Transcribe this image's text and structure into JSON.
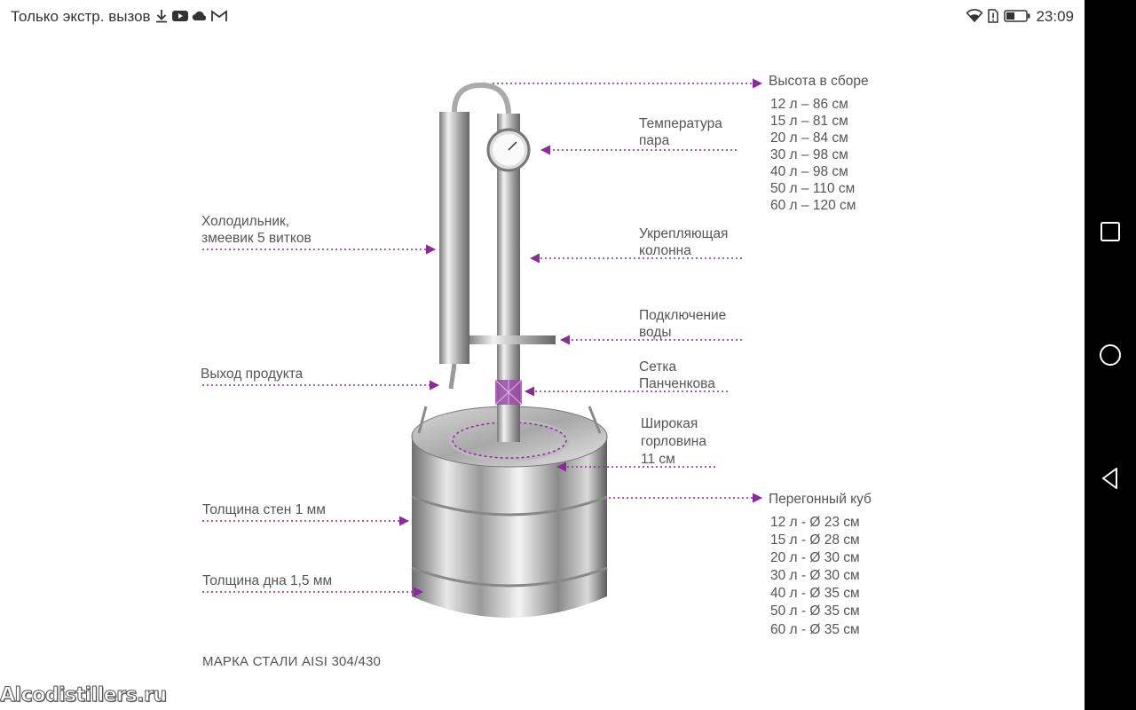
{
  "status_bar": {
    "carrier_text": "Только экстр. вызов",
    "left_icons": [
      "download-icon",
      "youtube-icon",
      "cloud-icon",
      "gmail-icon"
    ],
    "right_icons": [
      "wifi-icon",
      "alert-sim-icon",
      "battery-icon"
    ],
    "time": "23:09"
  },
  "diagram": {
    "labels": {
      "height_assembled": "Высота в сборе",
      "steam_temp_line1": "Температура",
      "steam_temp_line2": "пара",
      "cooler_line1": "Холодильник,",
      "cooler_line2": "змеевик 5 витков",
      "column_line1": "Укрепляющая",
      "column_line2": "колонна",
      "water_line1": "Подключение",
      "water_line2": "воды",
      "output": "Выход продукта",
      "mesh_line1": "Сетка",
      "mesh_line2": "Панченкова",
      "neck_line1": "Широкая",
      "neck_line2": "горловина",
      "neck_line3": "11 см",
      "wall": "Толщина стен 1 мм",
      "bottom": "Толщина дна 1,5 мм",
      "still": "Перегонный куб"
    },
    "heights": [
      "12 л – 86 см",
      "15 л – 81 см",
      "20 л – 84 см",
      "30 л – 98 см",
      "40 л – 98 см",
      "50 л – 110 см",
      "60 л – 120 см"
    ],
    "diameters": [
      "12 л - Ø 23 см",
      "15 л - Ø 28 см",
      "20 л - Ø 30 см",
      "30 л - Ø 30 см",
      "40 л - Ø 35 см",
      "50 л - Ø 35 см",
      "60 л - Ø 35 см"
    ],
    "steel_grade": "МАРКА СТАЛИ AISI 304/430",
    "accent_color": "#8a2a9b"
  },
  "watermark": "Alcodistillers.ru",
  "nav": {
    "recent": "square-icon",
    "home": "circle-icon",
    "back": "triangle-back-icon"
  }
}
